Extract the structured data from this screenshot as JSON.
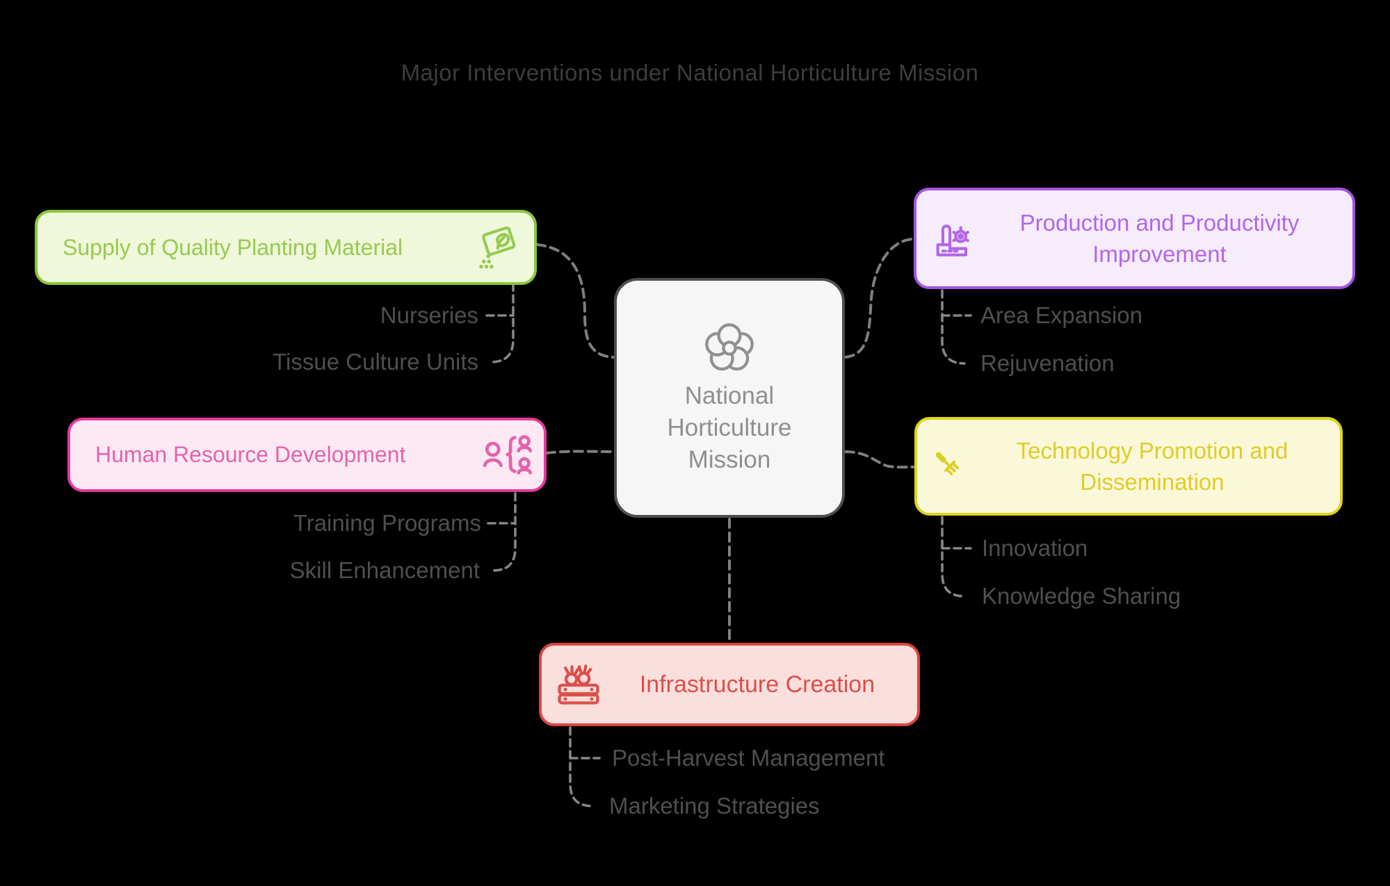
{
  "title": "Major Interventions under National Horticulture Mission",
  "colors": {
    "background": "#000000",
    "title_text": "#3d3d3d",
    "child_text": "#4f4f4f",
    "connector": "#7f7f7f",
    "center_border": "#4e4e4e",
    "center_bg": "#f6f6f6",
    "center_text": "#8f8f8f"
  },
  "center": {
    "icon": "flower-icon",
    "line1": "National",
    "line2": "Horticulture",
    "line3": "Mission"
  },
  "branches": [
    {
      "label": "Supply of Quality Planting Material",
      "icon": "seed-packet-icon",
      "border_color": "#8cc63f",
      "bg_color": "#eff8da",
      "text_color": "#97ca50",
      "children": [
        "Nurseries",
        "Tissue Culture Units"
      ]
    },
    {
      "label": "Human Resource Development",
      "icon": "people-hierarchy-icon",
      "border_color": "#e5399e",
      "bg_color": "#fce9f4",
      "text_color": "#e463ad",
      "children": [
        "Training Programs",
        "Skill Enhancement"
      ]
    },
    {
      "label": "Production and Productivity Improvement",
      "icon": "factory-icon",
      "border_color": "#a555e0",
      "bg_color": "#f6ecfc",
      "text_color": "#b266e8",
      "children": [
        "Area Expansion",
        "Rejuvenation"
      ]
    },
    {
      "label": "Technology Promotion and Dissemination",
      "icon": "rake-icon",
      "border_color": "#ddd31f",
      "bg_color": "#fbf7d9",
      "text_color": "#ddce27",
      "children": [
        "Innovation",
        "Knowledge Sharing"
      ]
    },
    {
      "label": "Infrastructure Creation",
      "icon": "vegetable-crate-icon",
      "border_color": "#da4540",
      "bg_color": "#fbdfdd",
      "text_color": "#dd4f4a",
      "children": [
        "Post-Harvest Management",
        "Marketing Strategies"
      ]
    }
  ]
}
